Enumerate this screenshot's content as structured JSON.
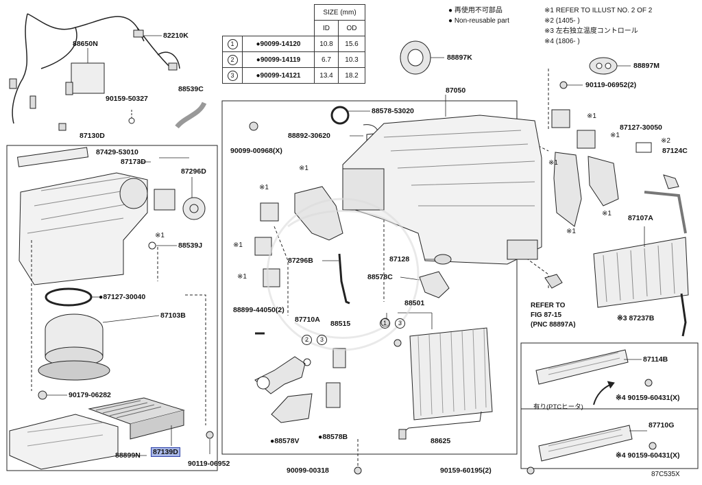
{
  "size_table": {
    "title": "SIZE (mm)",
    "col_id": "ID",
    "col_od": "OD",
    "rows": [
      {
        "mark": "1",
        "part": "●90099-14120",
        "id": "10.8",
        "od": "15.6"
      },
      {
        "mark": "2",
        "part": "●90099-14119",
        "id": "6.7",
        "od": "10.3"
      },
      {
        "mark": "3",
        "part": "●90099-14121",
        "id": "13.4",
        "od": "18.2"
      }
    ]
  },
  "legend": {
    "l1": "● 再使用不可部品",
    "l2": "● Non-reusable part",
    "n1": "※1 REFER TO ILLUST NO. 2 OF 2",
    "n2": "※2 (1405-      )",
    "n3": "※3 左右独立温度コントロール",
    "n4": "※4 (1806-      )"
  },
  "labels": {
    "p82210K": "82210K",
    "p88650N": "88650N",
    "p88539C": "88539C",
    "p90159_50327": "90159-50327",
    "p87130D": "87130D",
    "p87429": "87429-53010",
    "p87173D": "87173D",
    "p87296D": "87296D",
    "p88539J": "88539J",
    "p87127_30040": "●87127-30040",
    "p87103B": "87103B",
    "p90179": "90179-06282",
    "p88899N": "88899N",
    "p87139D": "87139D",
    "p90119_06952": "90119-06952",
    "p88897K": "88897K",
    "p88578_53020": "88578-53020",
    "p88892": "88892-30620",
    "p90099_00968": "90099-00968(X)",
    "p87050": "87050",
    "p88897M": "88897M",
    "p90119_06952_2": "90119-06952(2)",
    "p87127_30050": "87127-30050",
    "p87124C": "87124C",
    "p87107A": "87107A",
    "p87296B": "87296B",
    "p87128": "87128",
    "p88578C": "88578C",
    "p88899_44050": "88899-44050(2)",
    "p87710A": "87710A",
    "p88515": "88515",
    "p88501": "88501",
    "p88578V": "●88578V",
    "p88578B": "●88578B",
    "p88625": "88625",
    "p90099_00318": "90099-00318",
    "p90159_60195": "90159-60195(2)",
    "p87237B": "※3 87237B",
    "p87114B": "87114B",
    "p90159_60431a": "※4 90159-60431(X)",
    "p87710G": "87710G",
    "p90159_60431b": "※4 90159-60431(X)",
    "ptc": "有り(PTCヒータ)",
    "ref1": "REFER TO",
    "ref2": "FIG 87-15",
    "ref3": "(PNC 88897A)",
    "code": "87C535X",
    "m1a": "※1",
    "m1b": "※1",
    "m1c": "※1",
    "m1d": "※1",
    "m1e": "※1",
    "m1f": "※1",
    "m1g": "※1",
    "m1h": "※1",
    "m1i": "※1",
    "m1j": "※1",
    "m2": "※2"
  }
}
